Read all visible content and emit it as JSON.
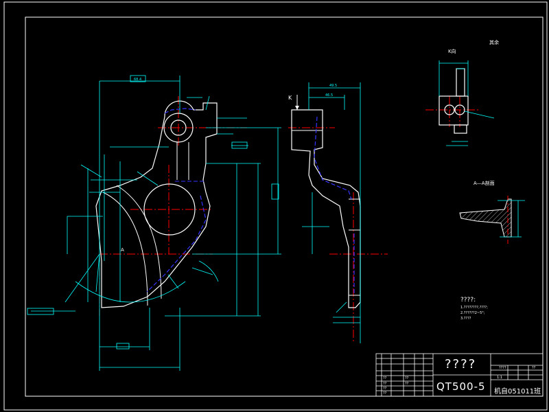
{
  "drawing": {
    "colors": {
      "background": "#000000",
      "outline": "#ffffff",
      "dimension": "#00ffff",
      "hidden": "#0000ff",
      "center": "#ff0000",
      "frame": "#ffffff"
    },
    "view_labels": {
      "k_view": "K向",
      "section_aa": "A—A剖面",
      "roughness_note": "其余",
      "k_arrow": "K",
      "a_marker": "A"
    },
    "dimensions": {
      "top_width": "68.4",
      "side_top": "49.5",
      "side_sub": "46.5"
    },
    "tech_requirements": {
      "title": "????:",
      "items": [
        "1.????????,????;",
        "2.??????2~5°;",
        "3.????"
      ]
    },
    "title_block": {
      "part_name": "????",
      "material": "QT500-5",
      "class_name": "机自051011班",
      "scale_header": "????",
      "sheet_count_header": "??",
      "sheet_value": "1:1",
      "design": "??",
      "check": "??",
      "rows": [
        "??",
        "??",
        "??",
        "??"
      ]
    }
  }
}
